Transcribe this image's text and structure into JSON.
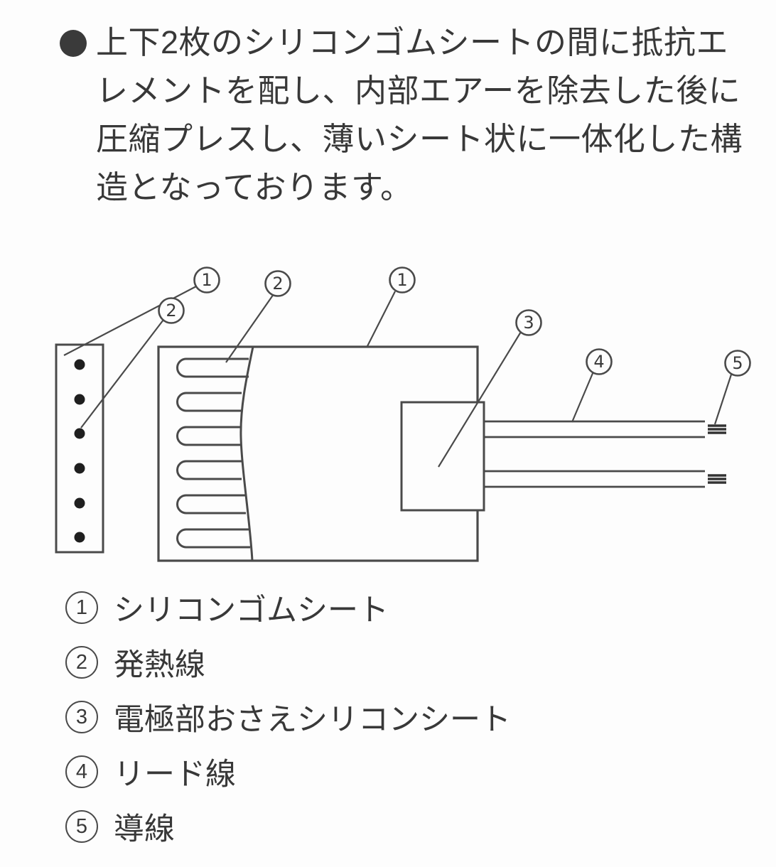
{
  "intro": {
    "bullet": "●",
    "lines": [
      "上下2枚のシリコンゴムシートの間に抵抗エ",
      "レメントを配し、内部エアーを除去した後に",
      "圧縮プレスし、薄いシート状に一体化した構",
      "造となっております。"
    ]
  },
  "diagram": {
    "callouts": {
      "side_sheet": "1",
      "side_wire": "2",
      "wire": "2",
      "sheet": "1",
      "electrode": "3",
      "lead": "4",
      "conductor": "5"
    }
  },
  "legend": {
    "items": [
      {
        "num": "1",
        "label": "シリコンゴムシート"
      },
      {
        "num": "2",
        "label": "発熱線"
      },
      {
        "num": "3",
        "label": "電極部おさえシリコンシート"
      },
      {
        "num": "4",
        "label": "リード線"
      },
      {
        "num": "5",
        "label": "導線"
      }
    ]
  },
  "colors": {
    "ink": "#3a3a3a",
    "line": "#4a4a4a",
    "background": "#fdfdfd"
  }
}
